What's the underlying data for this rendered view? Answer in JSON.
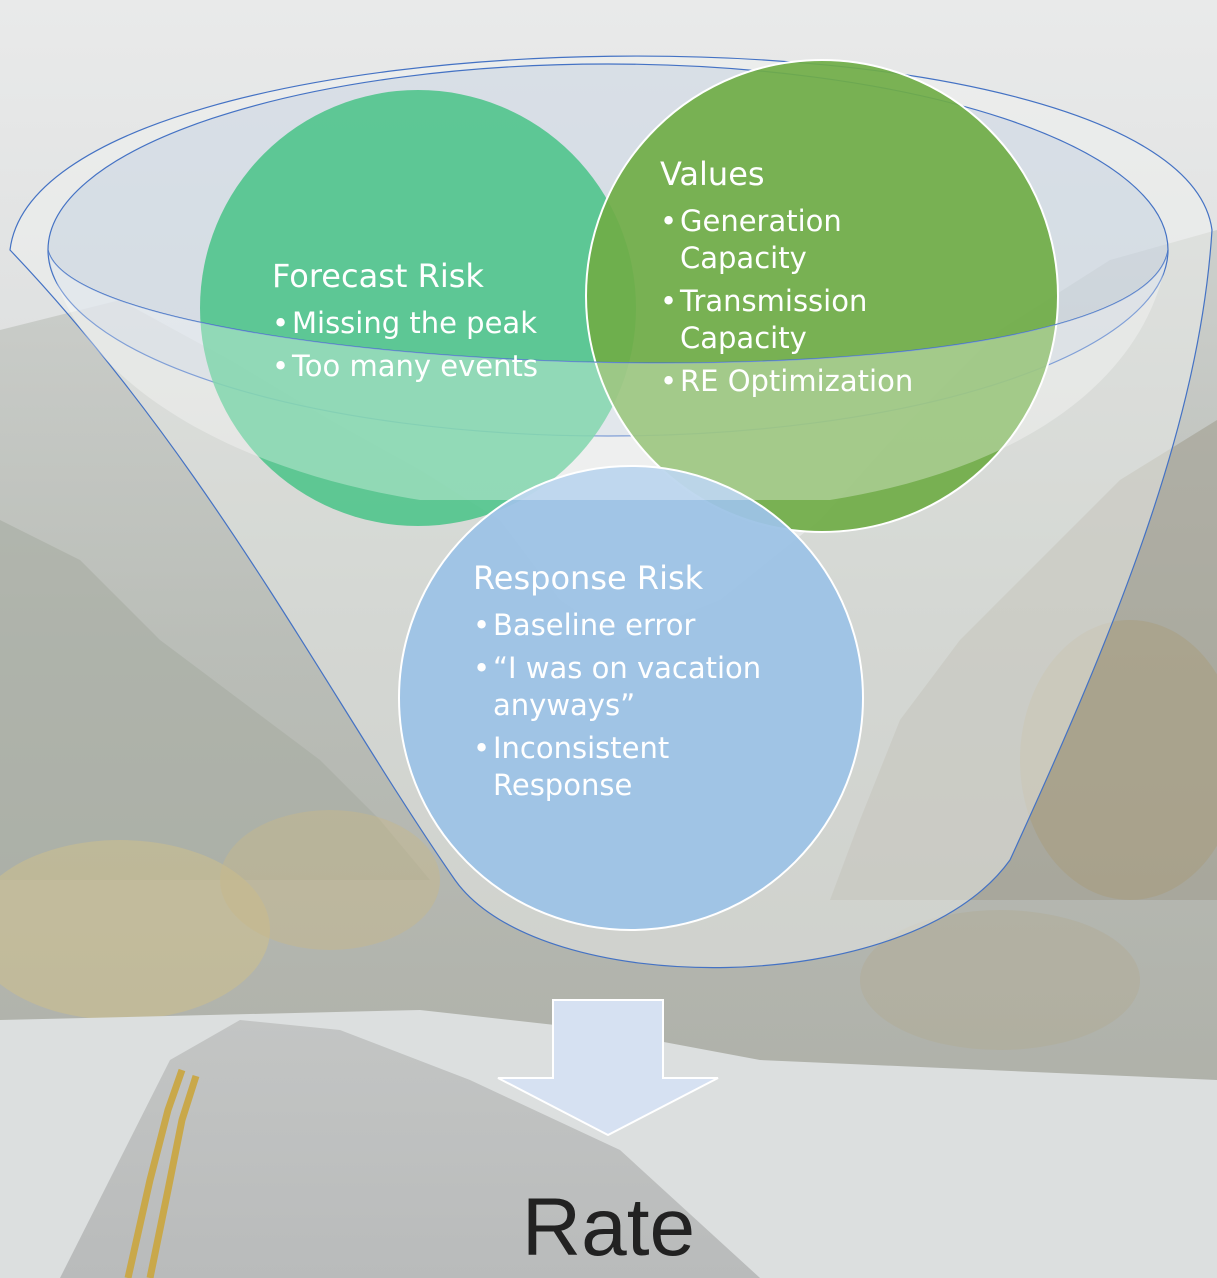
{
  "colors": {
    "forecast_circle": "#4cc48a",
    "values_circle": "#70ad47",
    "response_circle": "#9dc3e6",
    "funnel_outline": "#4472c4",
    "arrow": "#d6e1f2"
  },
  "circles": [
    {
      "key": "forecast",
      "title": "Forecast Risk",
      "bullets": [
        "Missing the peak",
        "Too many events"
      ]
    },
    {
      "key": "values",
      "title": "Values",
      "bullets": [
        "Generation Capacity",
        "Transmission Capacity",
        "RE Optimization"
      ]
    },
    {
      "key": "response",
      "title": "Response Risk",
      "bullets": [
        "Baseline error",
        "“I was on vacation anyways”",
        "Inconsistent Response"
      ]
    }
  ],
  "bullet_char": "•",
  "result": "Rate"
}
